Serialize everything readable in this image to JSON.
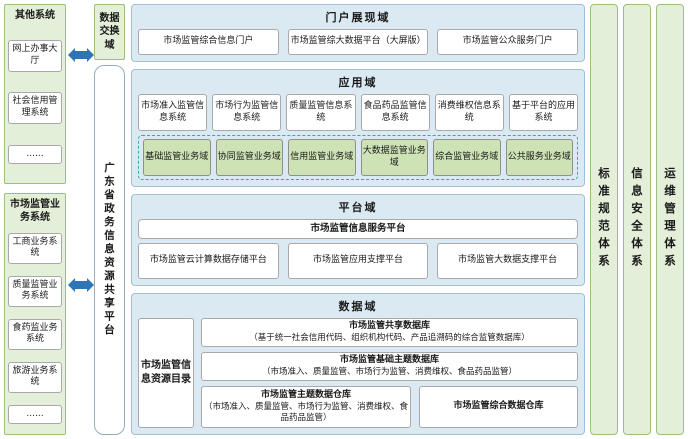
{
  "colors": {
    "domain_section_blue": "#dbeaf2",
    "green_panel": "#e3efd9",
    "green_business_node": "#cde3b5",
    "arrow_blue": "#2e75b6",
    "dashed_border_teal": "#3aa7a3"
  },
  "left": {
    "other_systems": {
      "title": "其他系统",
      "items": [
        "网上办事大厅",
        "社会信用管理系统",
        "......"
      ]
    },
    "business_systems": {
      "title": "市场监管业务系统",
      "items": [
        "工商业务系统",
        "质量监管业务系统",
        "食药监业务系统",
        "旅游业务系统",
        "......"
      ]
    }
  },
  "exchange": {
    "label": "数据交换域",
    "platform": "广东省政务信息资源共享平台"
  },
  "portal_domain": {
    "title": "门户展现域",
    "items": [
      "市场监管综合信息门户",
      "市场监管综大数据平台（大屏版）",
      "市场监管公众服务门户"
    ]
  },
  "application_domain": {
    "title": "应用域",
    "systems": [
      "市场准入监管信息系统",
      "市场行为监管信息系统",
      "质量监管信息系统",
      "食品药品监管信息系统",
      "消费维权信息系统",
      "基于平台的应用系统"
    ],
    "business_areas": [
      "基础监管业务域",
      "协同监管业务域",
      "信用监管业务域",
      "大数据监管业务域",
      "综合监管业务域",
      "公共服务业务域"
    ]
  },
  "platform_domain": {
    "title": "平台域",
    "service_platform": "市场监管信息服务平台",
    "platforms": [
      "市场监管云计算数据存储平台",
      "市场监管应用支撑平台",
      "市场监管大数据支撑平台"
    ]
  },
  "data_domain": {
    "title": "数据域",
    "catalog": "市场监管信息资源目录",
    "databases": [
      {
        "name": "市场监管共享数据库",
        "desc": "（基于统一社会信用代码、组织机构代码、产品追溯码的综合监管数据库）"
      },
      {
        "name": "市场监管基础主题数据库",
        "desc": "（市场准入、质量监管、市场行为监管、消费维权、食品药品监管）"
      }
    ],
    "warehouses": [
      {
        "name": "市场监管主题数据仓库",
        "desc": "（市场准入、质量监管、市场行为监管、消费维权、食品药品监管）"
      },
      {
        "name": "市场监管综合数据仓库"
      }
    ]
  },
  "pillars": [
    "标准规范体系",
    "信息安全体系",
    "运维管理体系"
  ]
}
